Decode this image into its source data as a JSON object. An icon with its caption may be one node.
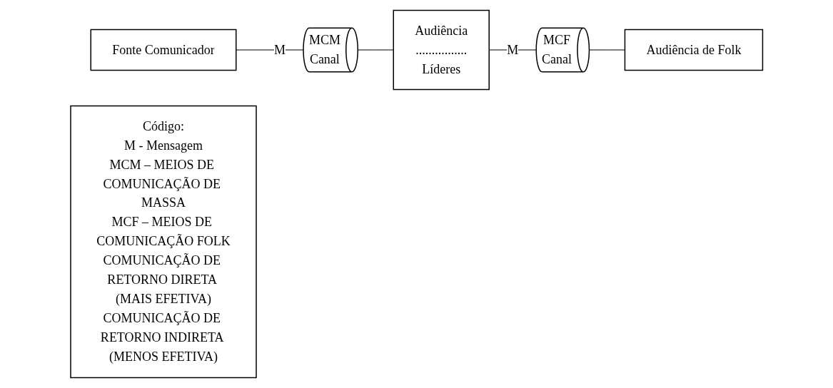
{
  "diagram": {
    "nodes": [
      {
        "text": [
          "Fonte Comunicador"
        ]
      },
      {
        "text": [
          "MCM",
          "Canal"
        ]
      },
      {
        "text": [
          "Audiência",
          "................",
          "Líderes"
        ]
      },
      {
        "text": [
          "MCF",
          "Canal"
        ]
      },
      {
        "text": [
          "Audiência de Folk"
        ]
      },
      {
        "text": [
          "Código:",
          "M - Mensagem",
          "MCM – MEIOS DE COMUNICAÇÃO DE MASSA",
          "MCF – MEIOS DE COMUNICAÇÃO FOLK",
          "COMUNICAÇÃO DE RETORNO DIRETA (MAIS EFETIVA)",
          "COMUNICAÇÃO DE RETORNO INDIRETA (MENOS EFETIVA)"
        ]
      }
    ],
    "edges": [
      {
        "from": 0,
        "to": 1,
        "arrow": "none",
        "label": "M"
      },
      {
        "from": 1,
        "to": 2,
        "arrow": "none"
      },
      {
        "from": 2,
        "to": 3,
        "arrow": "none",
        "label": "M"
      },
      {
        "from": 3,
        "to": 4,
        "arrow": "none"
      }
    ]
  }
}
